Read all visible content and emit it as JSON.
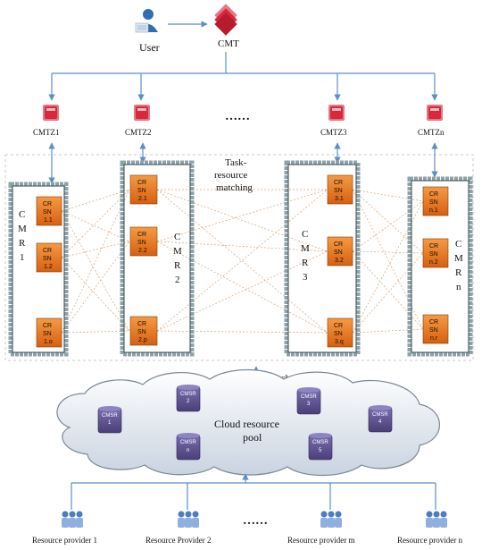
{
  "top": {
    "user_label": "User",
    "cmt_label": "CMT"
  },
  "zones": {
    "ellipsis": "……",
    "items": [
      {
        "label": "CMTZ1"
      },
      {
        "label": "CMTZ2"
      },
      {
        "label": "CMTZ3"
      },
      {
        "label": "CMTZn"
      }
    ]
  },
  "matching": {
    "line1": "Task-",
    "line2": "resource",
    "line3": "matching"
  },
  "cmrs": [
    {
      "label": [
        "C",
        "M",
        "R",
        "1"
      ],
      "nodes": [
        [
          "CR",
          "SN",
          "1.1"
        ],
        [
          "CR",
          "SN",
          "1.2"
        ],
        [
          "CR",
          "SN",
          "1.o"
        ]
      ]
    },
    {
      "label": [
        "C",
        "M",
        "R",
        "2"
      ],
      "nodes": [
        [
          "CR",
          "SN",
          "2.1"
        ],
        [
          "CR",
          "SN",
          "2.2"
        ],
        [
          "CR",
          "SN",
          "2.p"
        ]
      ]
    },
    {
      "label": [
        "C",
        "M",
        "R",
        "3"
      ],
      "nodes": [
        [
          "CR",
          "SN",
          "3.1"
        ],
        [
          "CR",
          "SN",
          "3.2"
        ],
        [
          "CR",
          "SN",
          "3.q"
        ]
      ]
    },
    {
      "label": [
        "C",
        "M",
        "R",
        "n"
      ],
      "nodes": [
        [
          "CR",
          "SN",
          "n.1"
        ],
        [
          "CR",
          "SN",
          "n.2"
        ],
        [
          "CR",
          "SN",
          "n.r"
        ]
      ]
    }
  ],
  "search_label": "search",
  "cloud": {
    "title_line1": "Cloud resource",
    "title_line2": "pool",
    "servers": [
      {
        "l1": "CMSR",
        "l2": "1"
      },
      {
        "l1": "CMSR",
        "l2": "2"
      },
      {
        "l1": "CMSR",
        "l2": "3"
      },
      {
        "l1": "CMSR",
        "l2": "4"
      },
      {
        "l1": "CMSR",
        "l2": "n"
      },
      {
        "l1": "CMSR",
        "l2": "5"
      }
    ]
  },
  "providers": {
    "ellipsis": "……",
    "items": [
      {
        "label": "Resource provider 1"
      },
      {
        "label": "Resource Provider 2"
      },
      {
        "label": "Resource provider m"
      },
      {
        "label": "Resource provider n"
      }
    ]
  },
  "colors": {
    "connector": "#5b8fc8",
    "cmr_border": "#8ea3a8",
    "node_fill": "#e8731c",
    "cross_line": "#d9a273",
    "zone_icon": "#d8283a",
    "server_fill": "#5a4e8c"
  }
}
